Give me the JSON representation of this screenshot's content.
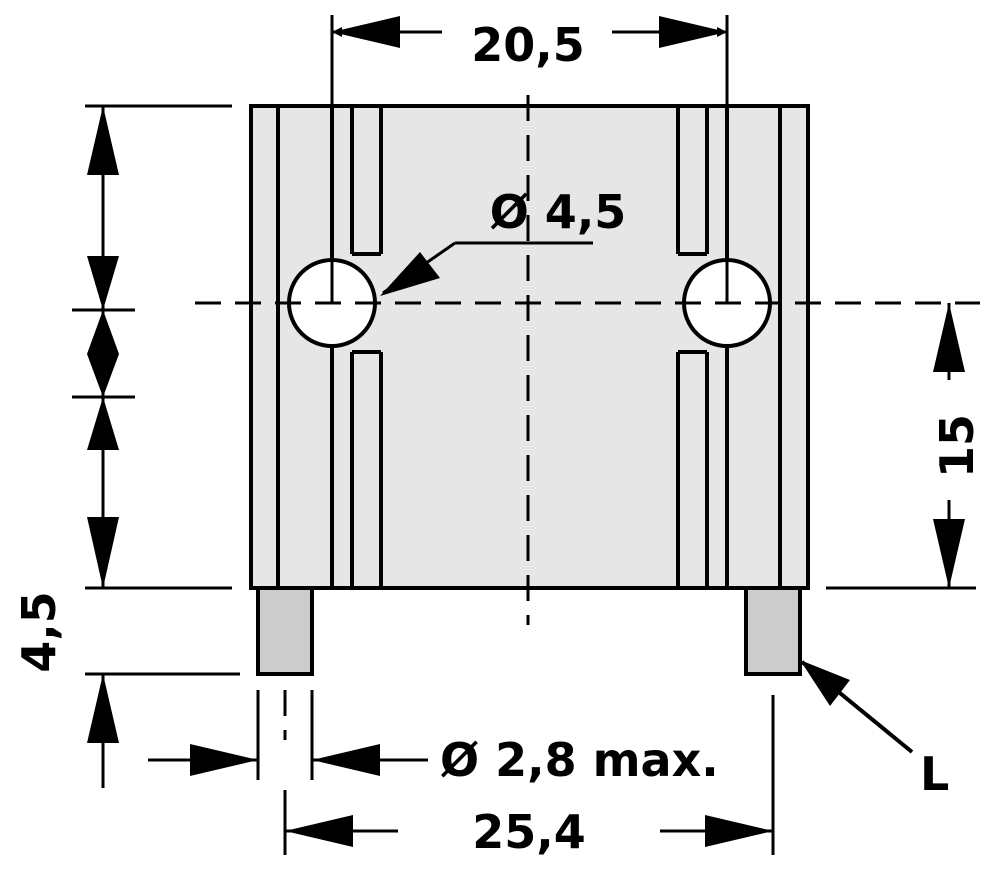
{
  "drawing": {
    "dims": {
      "top_width": "20,5",
      "hole_diameter": "Ø 4,5",
      "right_height": "15",
      "left_pin": "4,5",
      "pin_diameter": "Ø 2,8 max.",
      "bottom_width": "25,4",
      "pin_label": "L"
    },
    "colors": {
      "body_fill": "#e6e6e6",
      "pin_fill": "#cccccc",
      "line": "#000000",
      "background": "#ffffff"
    }
  }
}
